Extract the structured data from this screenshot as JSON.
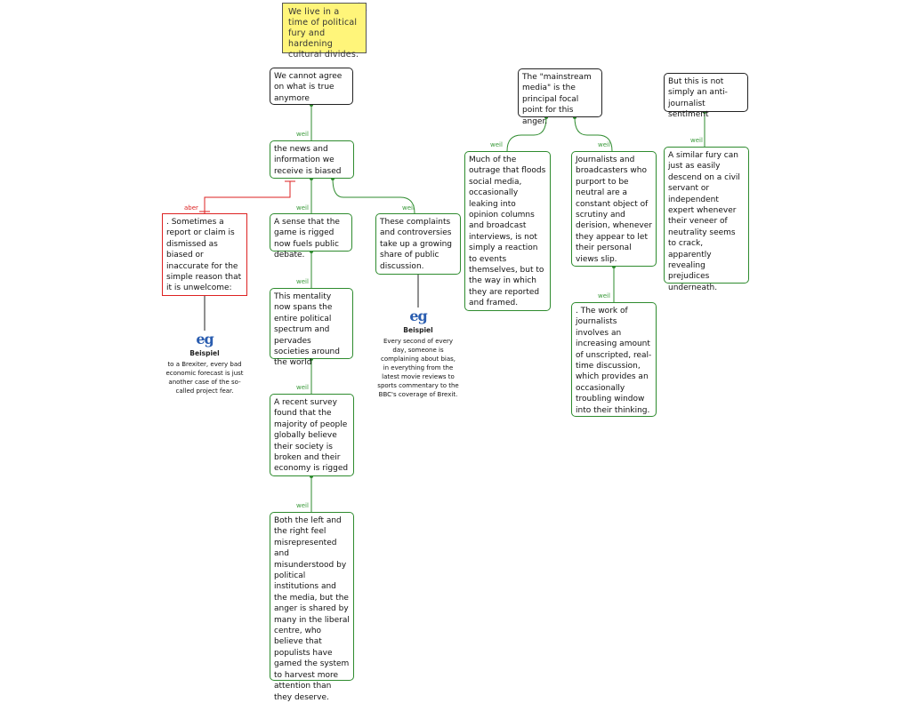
{
  "note": "We live in a time of political fury and hardening cultural divides.",
  "link_labels": {
    "because": "weil",
    "but": "aber"
  },
  "example_title": "Beispiel",
  "example_icon": "eg",
  "nodes": {
    "n1": "We cannot agree on what is true anymore",
    "n2": "the news and information we receive is biased",
    "n3": ". Sometimes a report or claim is dismissed as biased or inaccurate for the simple reason that it is unwelcome:",
    "n4": "A sense that the game is rigged now fuels public debate.",
    "n5": "These complaints and controversies take up a growing share of public discussion.",
    "n6": "This mentality now spans the entire political spectrum and pervades societies around the world",
    "n7": "A recent survey found that the majority of people globally believe their society is broken and their economy is rigged",
    "n8": "Both the left and the right feel misrepresented and misunderstood by political institutions and the media, but the anger is shared by many in the liberal centre, who believe that populists have gamed the system to harvest more attention than they deserve.",
    "n9": "The \"mainstream media\" is the principal focal point for this anger.",
    "n10": "Much of the outrage that floods social media, occasionally leaking into opinion columns and broadcast interviews, is not simply a reaction to events themselves, but to the way in which they are reported and framed.",
    "n11": "Journalists and broadcasters who purport to be neutral are a constant object of scrutiny and derision, whenever they appear to let their personal views slip.",
    "n12": ". The work of journalists involves an increasing amount of unscripted, real-time discussion, which provides an occasionally troubling window into their thinking.",
    "n13": "But this is not simply an anti-journalist sentiment",
    "n14": "A similar fury can just as easily descend on a civil servant or independent expert whenever their veneer of neutrality seems to crack, apparently revealing prejudices underneath."
  },
  "examples": {
    "e1": "to a Brexiter, every bad economic forecast is just another case of the so-called project fear.",
    "e2": "Every second of every day, someone is complaining about bias, in everything from the latest movie reviews to sports commentary to the BBC's coverage of Brexit."
  },
  "colors": {
    "support": "#2e8b2e",
    "objection": "#dd2222",
    "note": "#fff57a",
    "example_icon": "#2a5db0"
  }
}
